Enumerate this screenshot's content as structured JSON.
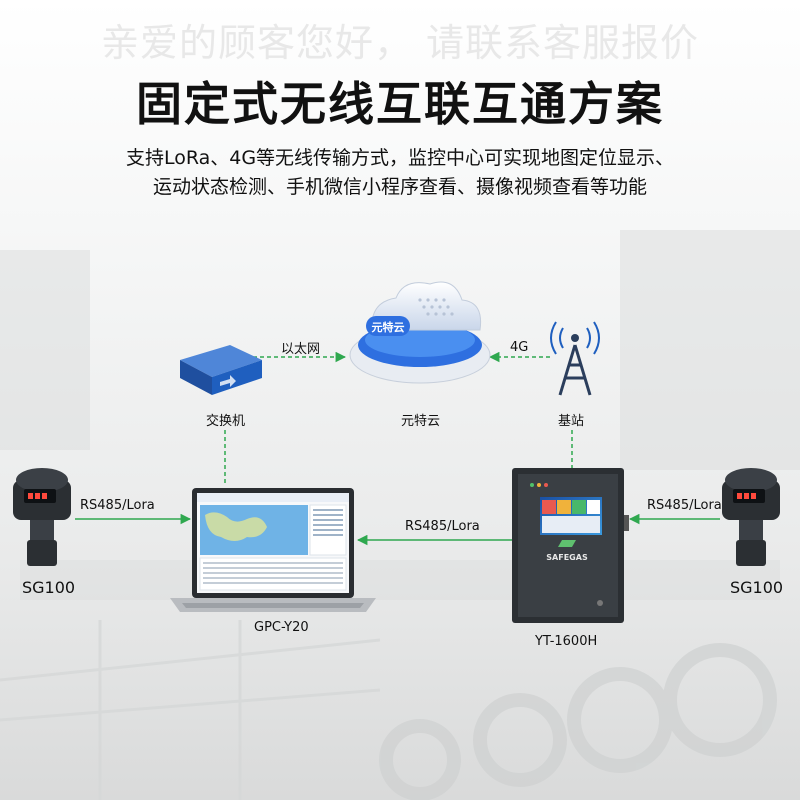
{
  "watermark": "亲爱的顾客您好，   请联系客服报价",
  "title": "固定式无线互联互通方案",
  "description": {
    "line1": "支持LoRa、4G等无线传输方式，监控中心可实现地图定位显示、",
    "line2": "运动状态检测、手机微信小程序查看、摄像视频查看等功能"
  },
  "nodes": {
    "cloud": {
      "label": "元特云",
      "badge": "元特云"
    },
    "switch": {
      "label": "交换机"
    },
    "tower": {
      "label": "基站"
    },
    "laptop": {
      "label": "GPC-Y20"
    },
    "controller": {
      "label": "YT-1600H",
      "brand": "SAFEGAS"
    },
    "sensor_left": {
      "label": "SG100"
    },
    "sensor_right": {
      "label": "SG100"
    }
  },
  "links": {
    "switch_cloud": "以太网",
    "tower_cloud": "4G",
    "sensor_left_laptop": "RS485/Lora",
    "controller_laptop": "RS485/Lora",
    "sensor_right_controller": "RS485/Lora"
  },
  "colors": {
    "link": "#2fa84f",
    "device_dark": "#2b2f33",
    "switch_blue": "#1f5fbf",
    "cloud_blue": "#2e6fe0"
  }
}
